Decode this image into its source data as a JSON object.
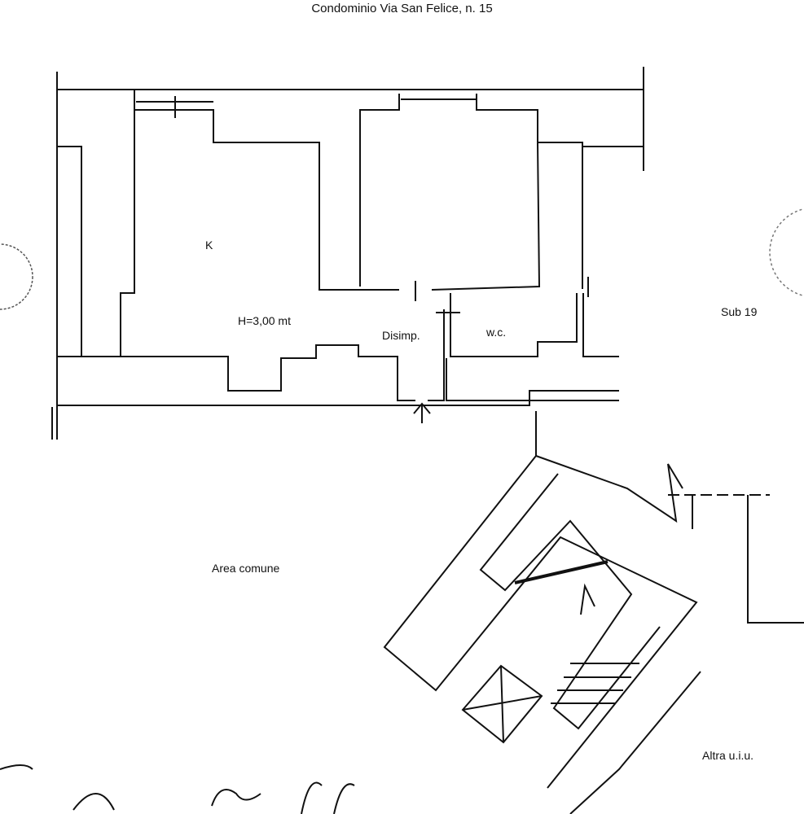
{
  "header": {
    "title": "Condominio Via San Felice, n. 15"
  },
  "rooms": {
    "kitchen": "K",
    "height": "H=3,00 mt",
    "hall": "Disimp.",
    "wc": "w.c.",
    "neighbor": "Sub 19",
    "common_area": "Area comune",
    "other_unit": "Altra u.i.u."
  },
  "colors": {
    "ink": "#111111",
    "paper": "#ffffff"
  }
}
